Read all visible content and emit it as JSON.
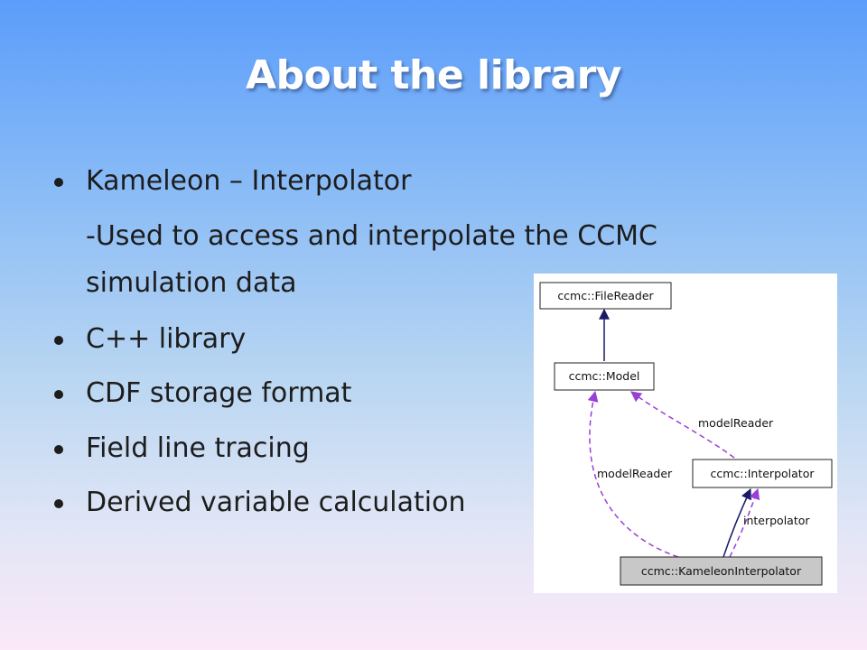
{
  "slide": {
    "title": "About the library",
    "bullets": [
      {
        "text": "Kameleon – Interpolator"
      },
      {
        "text": "-Used to access and interpolate the CCMC"
      },
      {
        "text": "simulation data"
      },
      {
        "text": "C++ library"
      },
      {
        "text": "CDF storage format"
      },
      {
        "text": "Field line tracing"
      },
      {
        "text": "Derived variable calculation"
      }
    ]
  },
  "diagram": {
    "nodes": {
      "file_reader": "ccmc::FileReader",
      "model": "ccmc::Model",
      "interpolator": "ccmc::Interpolator",
      "kameleon_interpolator": "ccmc::KameleonInterpolator"
    },
    "edges": {
      "model_reader_right": "modelReader",
      "model_reader_left": "modelReader",
      "interpolator": "interpolator"
    },
    "colors": {
      "inheritance": "#1a1a66",
      "association": "#9a3fd6",
      "highlight_fill": "#c8c8c8"
    }
  }
}
